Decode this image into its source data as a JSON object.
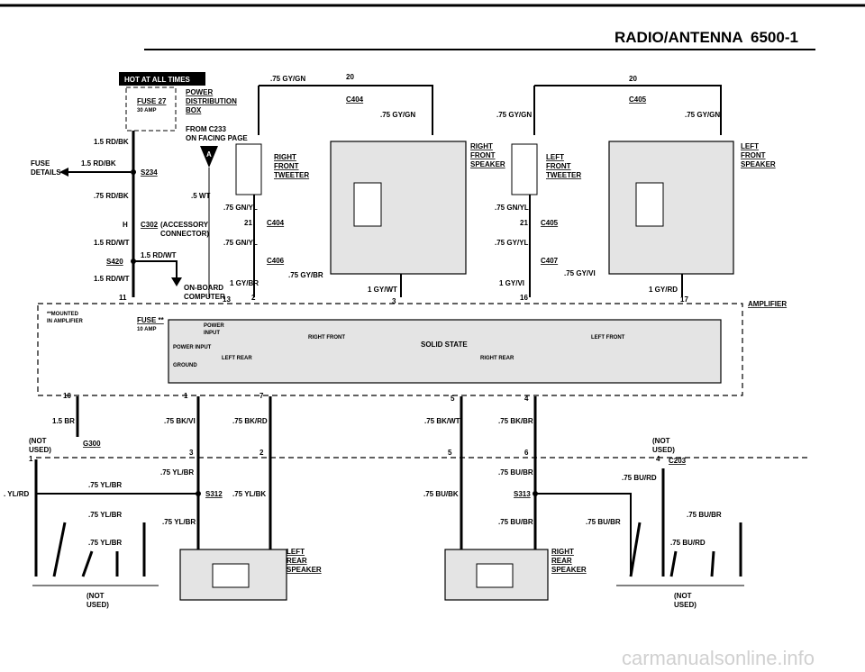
{
  "header": {
    "title": "RADIO/ANTENNA",
    "page": "6500-1"
  },
  "hot_badge": "HOT AT ALL TIMES",
  "fuse27": {
    "name": "FUSE 27",
    "amp": "30 AMP",
    "pdb": [
      "POWER",
      "DISTRIBUTION",
      "BOX"
    ],
    "from": [
      "FROM C233",
      "ON FACING PAGE"
    ]
  },
  "fuse_details": [
    "FUSE",
    "DETAILS"
  ],
  "splices": {
    "s234": "S234",
    "s420": "S420",
    "s312": "S312",
    "s313": "S313"
  },
  "connectors": {
    "c302": "C302",
    "c404a": "C404",
    "c404b": "C404",
    "c405a": "C405",
    "c405b": "C405",
    "c406": "C406",
    "c407": "C407",
    "c203": "C203",
    "g300": "G300",
    "acc": [
      "(ACCESSORY",
      "CONNECTOR)"
    ]
  },
  "obc": [
    "ON-BOARD",
    "COMPUTER"
  ],
  "tweeters": {
    "right": [
      "RIGHT",
      "FRONT",
      "TWEETER"
    ],
    "left": [
      "LEFT",
      "FRONT",
      "TWEETER"
    ]
  },
  "speakers": {
    "rf": [
      "RIGHT",
      "FRONT",
      "SPEAKER"
    ],
    "lf": [
      "LEFT",
      "FRONT",
      "SPEAKER"
    ],
    "lr": [
      "LEFT",
      "REAR",
      "SPEAKER"
    ],
    "rr": [
      "RIGHT",
      "REAR",
      "SPEAKER"
    ]
  },
  "amp": {
    "label": "AMPLIFIER",
    "mounted": [
      "**MOUNTED",
      "IN AMPLIFIER"
    ],
    "fuse": [
      "FUSE **",
      "10 AMP"
    ],
    "power_input": [
      "POWER",
      "INPUT"
    ],
    "power_input2": "POWER INPUT",
    "ground": "GROUND",
    "right_front": "RIGHT FRONT",
    "left_front": "LEFT FRONT",
    "solid_state": "SOLID STATE",
    "left_rear": "LEFT REAR",
    "right_rear": "RIGHT REAR"
  },
  "not_used": [
    "(NOT",
    "USED)"
  ],
  "wires": {
    "gygn": ".75 GY/GN",
    "rdbk": "1.5 RD/BK",
    "rdbk2": ".75 RD/BK",
    "rdwt": "1.5 RD/WT",
    "wt5": ".5 WT",
    "gnyl": ".75 GN/YL",
    "gyyl": ".75 GY/YL",
    "gybr": ".75 GY/BR",
    "gybr1": "1 GY/BR",
    "gywt": "1 GY/WT",
    "gyvi": ".75 GY/VI",
    "gyvi1": "1 GY/VI",
    "gyrd": "1 GY/RD",
    "br": "1.5 BR",
    "bkvi": ".75 BK/VI",
    "bkrd": ".75 BK/RD",
    "bkwt": ".75 BK/WT",
    "bkbr": ".75 BK/BR",
    "ylbr": ".75 YL/BR",
    "ylbk": ".75 YL/BK",
    "burd": ".75 BU/RD",
    "bubr": ".75 BU/BR",
    "bubk": ".75 BU/BK",
    "ylrd": ". YL/RD"
  },
  "pins": {
    "p20a": "20",
    "p20b": "20",
    "pH": "H",
    "p11": "11",
    "p13": "13",
    "p2": "2",
    "p21a": "21",
    "p21b": "21",
    "p3": "3",
    "p16": "16",
    "p17": "17",
    "p10": "10",
    "p1": "1",
    "p7": "7",
    "p5": "5",
    "p4": "4",
    "p3b": "3",
    "p2b": "2",
    "p5b": "5",
    "p6": "6",
    "p4b": "4",
    "p1b": "1"
  },
  "watermark": "carmanualsonline.info"
}
